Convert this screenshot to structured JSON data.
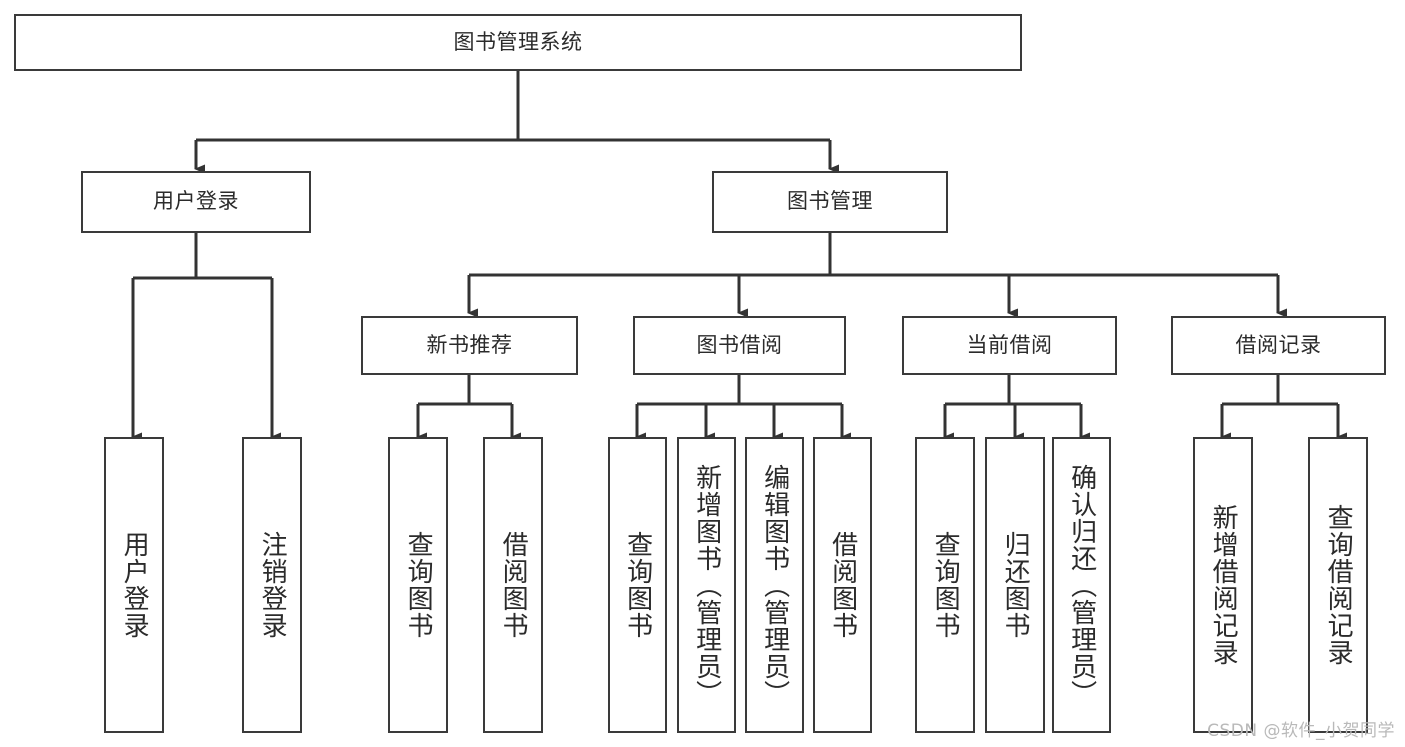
{
  "diagram": {
    "title": "图书管理系统",
    "type": "tree-hierarchy-chart",
    "colors": {
      "box_border": "#3a3a3a",
      "box_fill": "#ffffff",
      "line": "#333333",
      "text": "#2b2b2b",
      "watermark": "#b9b9b9",
      "background": "#ffffff"
    },
    "root": {
      "label": "图书管理系统"
    },
    "level2": [
      {
        "id": "user-login",
        "label": "用户登录"
      },
      {
        "id": "book-management",
        "label": "图书管理"
      }
    ],
    "level3": [
      {
        "id": "new-book-recommend",
        "label": "新书推荐"
      },
      {
        "id": "book-borrow",
        "label": "图书借阅"
      },
      {
        "id": "current-borrow",
        "label": "当前借阅"
      },
      {
        "id": "borrow-record",
        "label": "借阅记录"
      }
    ],
    "leaves": [
      {
        "id": "leaf-user-login",
        "label": "用户登录",
        "parent": "user-login"
      },
      {
        "id": "leaf-logout-login",
        "label": "注销登录",
        "parent": "user-login"
      },
      {
        "id": "leaf-query-book-1",
        "label": "查询图书",
        "parent": "new-book-recommend"
      },
      {
        "id": "leaf-borrow-book-1",
        "label": "借阅图书",
        "parent": "new-book-recommend"
      },
      {
        "id": "leaf-query-book-2",
        "label": "查询图书",
        "parent": "book-borrow"
      },
      {
        "id": "leaf-add-book",
        "label": "新增图书（管理员）",
        "parent": "book-borrow"
      },
      {
        "id": "leaf-edit-book",
        "label": "编辑图书（管理员）",
        "parent": "book-borrow"
      },
      {
        "id": "leaf-borrow-book-2",
        "label": "借阅图书",
        "parent": "book-borrow"
      },
      {
        "id": "leaf-query-book-3",
        "label": "查询图书",
        "parent": "current-borrow"
      },
      {
        "id": "leaf-return-book",
        "label": "归还图书",
        "parent": "current-borrow"
      },
      {
        "id": "leaf-confirm-return",
        "label": "确认归还（管理员）",
        "parent": "current-borrow"
      },
      {
        "id": "leaf-add-record",
        "label": "新增借阅记录",
        "parent": "borrow-record"
      },
      {
        "id": "leaf-query-record",
        "label": "查询借阅记录",
        "parent": "borrow-record"
      }
    ],
    "watermark": "CSDN @软件_小贺同学"
  }
}
